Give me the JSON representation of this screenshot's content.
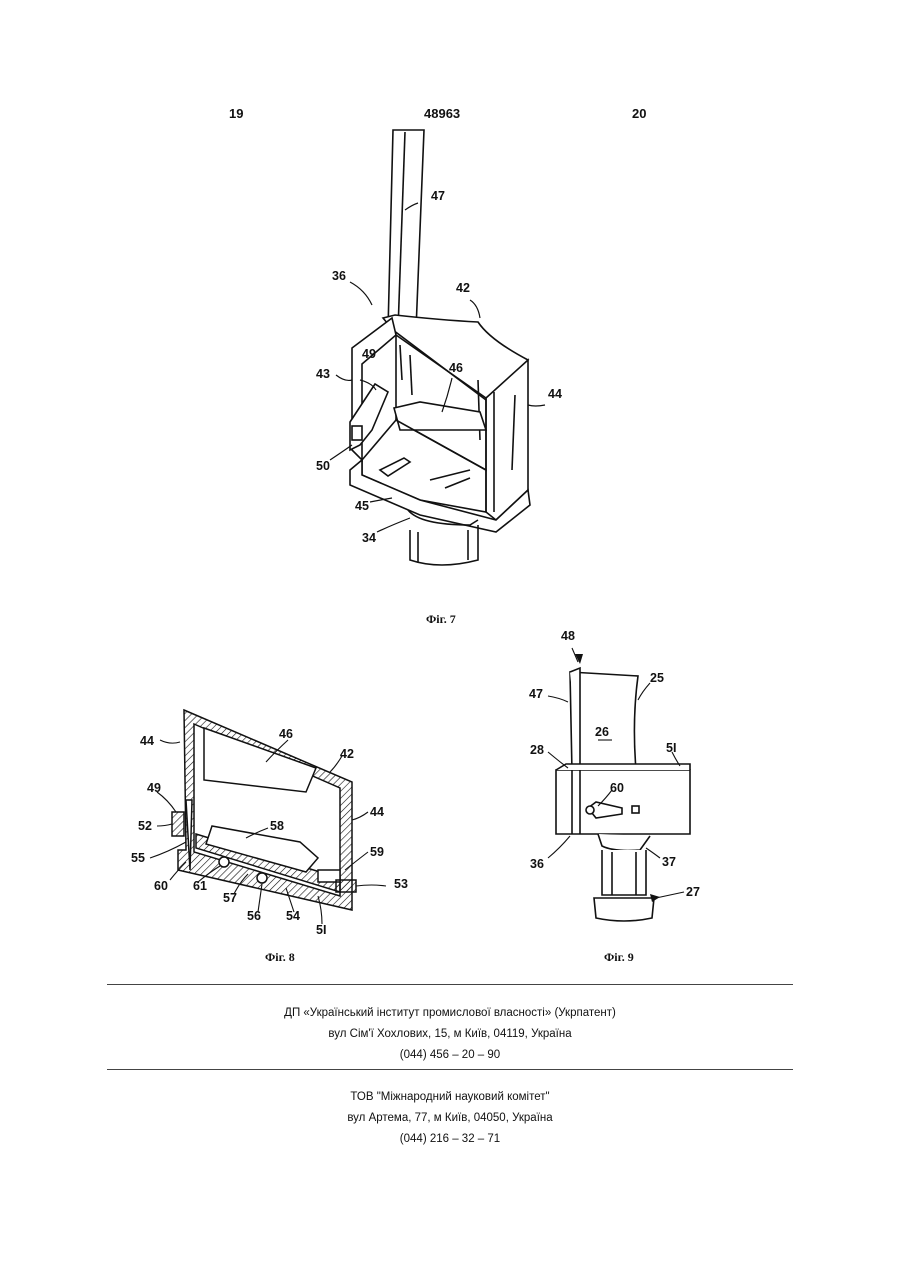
{
  "header": {
    "left_page": "19",
    "patent_number": "48963",
    "right_page": "20"
  },
  "figures": {
    "fig7": {
      "caption": "Фіг. 7",
      "labels": [
        "47",
        "36",
        "42",
        "49",
        "46",
        "43",
        "44",
        "50",
        "45",
        "34"
      ]
    },
    "fig8": {
      "caption": "Фіг. 8",
      "labels": [
        "44",
        "46",
        "42",
        "49",
        "44",
        "52",
        "58",
        "55",
        "59",
        "60",
        "61",
        "57",
        "56",
        "54",
        "5I",
        "53"
      ]
    },
    "fig9": {
      "caption": "Фіг. 9",
      "labels": [
        "48",
        "47",
        "25",
        "26",
        "28",
        "5I",
        "60",
        "36",
        "37",
        "27"
      ]
    }
  },
  "footer": {
    "block1": {
      "org": "ДП «Український інститут промислової власності» (Укрпатент)",
      "address": "вул  Сім'ї Хохлових, 15, м  Київ, 04119, Україна",
      "phone": "(044) 456 – 20 –  90"
    },
    "block2": {
      "org": "ТОВ \"Міжнародний науковий комітет\"",
      "address": "вул  Артема, 77, м  Київ, 04050, Україна",
      "phone": "(044) 216 – 32 – 71"
    }
  }
}
